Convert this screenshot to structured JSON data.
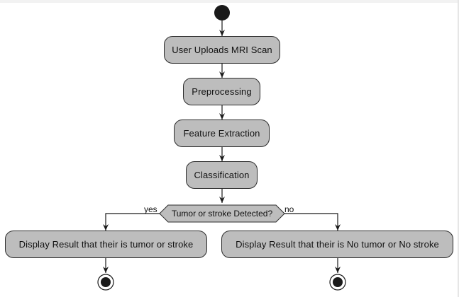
{
  "diagram": {
    "nodes": {
      "upload": "User Uploads MRI Scan",
      "preprocessing": "Preprocessing",
      "feature_extraction": "Feature Extraction",
      "classification": "Classification",
      "decision": "Tumor or stroke Detected?",
      "result_yes": "Display Result that their is tumor or stroke",
      "result_no": "Display Result that their is No tumor or No stroke"
    },
    "branch_labels": {
      "yes": "yes",
      "no": "no"
    },
    "colors": {
      "node_fill": "#bdbdbd",
      "stroke": "#2b2b2b",
      "start_fill": "#1a1a1a",
      "end_fill": "#1a1a1a"
    }
  }
}
